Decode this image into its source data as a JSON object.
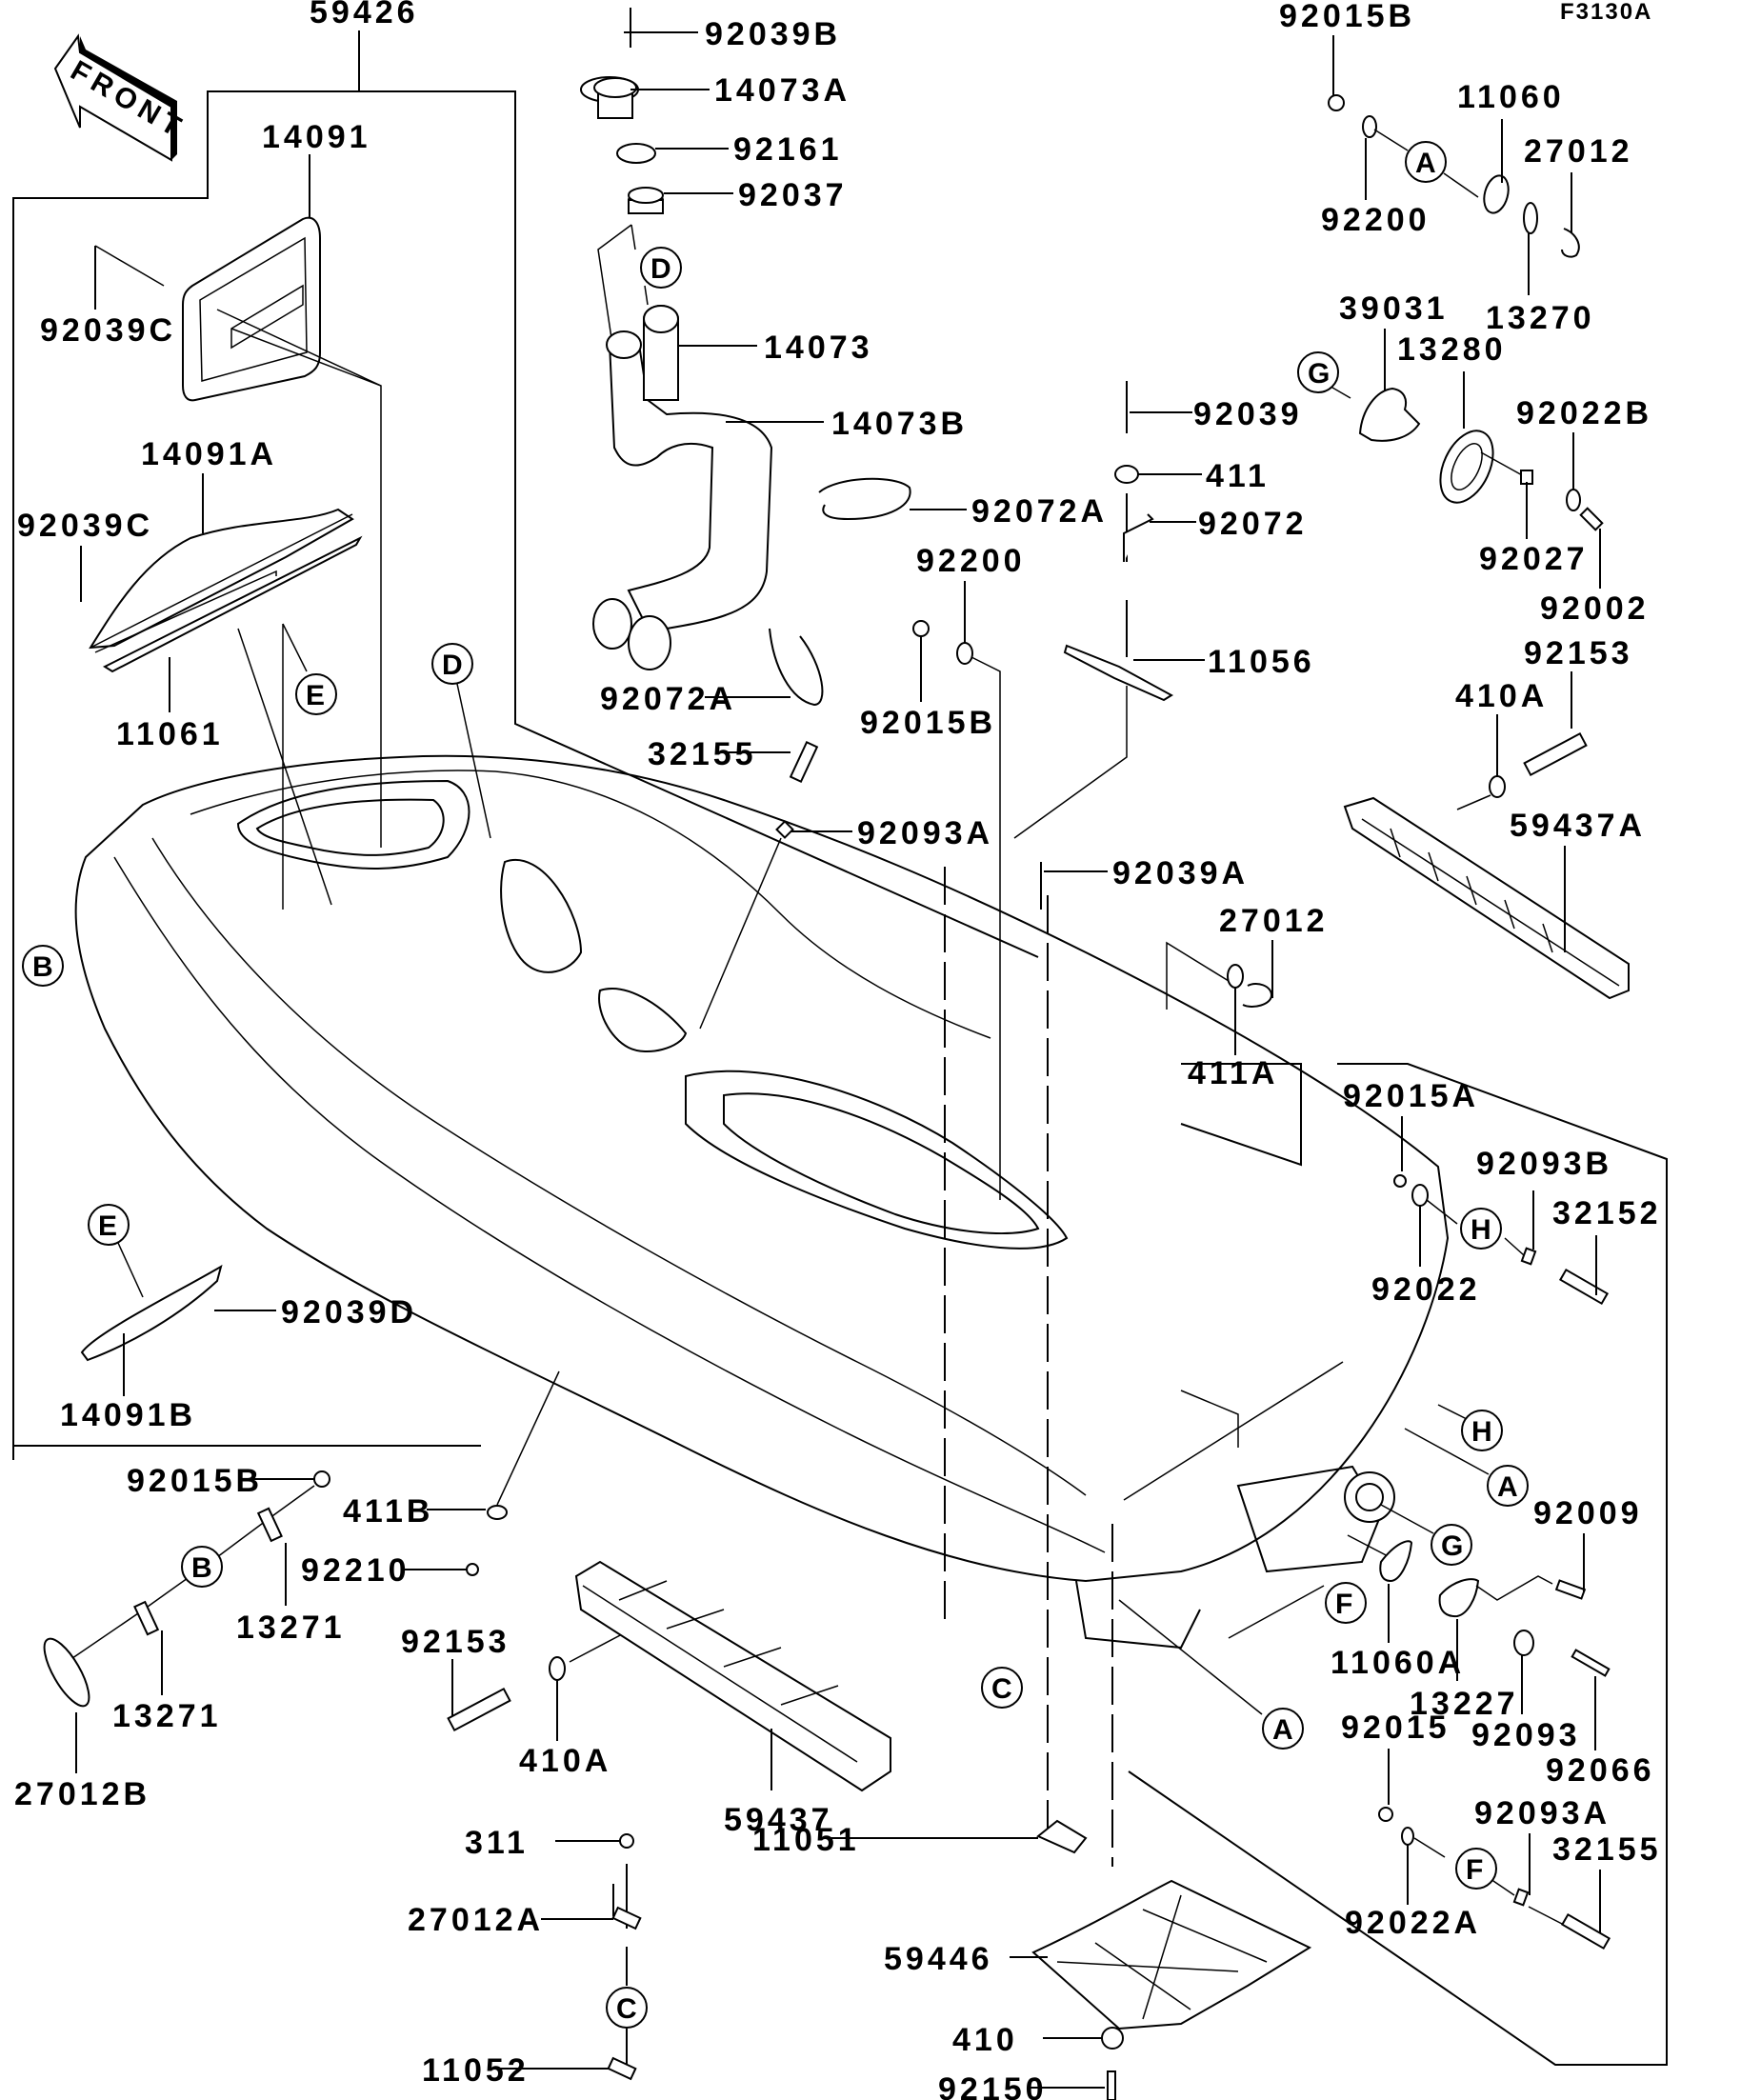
{
  "diagram_code": "F3130A",
  "front_arrow_label": "FRONT",
  "labels": [
    {
      "id": "59426",
      "text": "59426"
    },
    {
      "id": "14091",
      "text": "14091"
    },
    {
      "id": "92039C-top",
      "text": "92039C"
    },
    {
      "id": "14091A",
      "text": "14091A"
    },
    {
      "id": "92039C-mid",
      "text": "92039C"
    },
    {
      "id": "11061",
      "text": "11061"
    },
    {
      "id": "14091B",
      "text": "14091B"
    },
    {
      "id": "92039D",
      "text": "92039D"
    },
    {
      "id": "92015B-left",
      "text": "92015B"
    },
    {
      "id": "411B",
      "text": "411B"
    },
    {
      "id": "92210",
      "text": "92210"
    },
    {
      "id": "13271-a",
      "text": "13271"
    },
    {
      "id": "13271-b",
      "text": "13271"
    },
    {
      "id": "27012B",
      "text": "27012B"
    },
    {
      "id": "92153-left",
      "text": "92153"
    },
    {
      "id": "410A-left",
      "text": "410A"
    },
    {
      "id": "59437",
      "text": "59437"
    },
    {
      "id": "311",
      "text": "311"
    },
    {
      "id": "27012A",
      "text": "27012A"
    },
    {
      "id": "11052",
      "text": "11052"
    },
    {
      "id": "11051",
      "text": "11051"
    },
    {
      "id": "59446",
      "text": "59446"
    },
    {
      "id": "410",
      "text": "410"
    },
    {
      "id": "92150",
      "text": "92150"
    },
    {
      "id": "92039B",
      "text": "92039B"
    },
    {
      "id": "14073A",
      "text": "14073A"
    },
    {
      "id": "92161",
      "text": "92161"
    },
    {
      "id": "92037",
      "text": "92037"
    },
    {
      "id": "14073",
      "text": "14073"
    },
    {
      "id": "14073B",
      "text": "14073B"
    },
    {
      "id": "92072A-top",
      "text": "92072A"
    },
    {
      "id": "92072A-bot",
      "text": "92072A"
    },
    {
      "id": "92200-mid",
      "text": "92200"
    },
    {
      "id": "92015B-mid",
      "text": "92015B"
    },
    {
      "id": "32155-mid",
      "text": "32155"
    },
    {
      "id": "92093A-mid",
      "text": "92093A"
    },
    {
      "id": "92039",
      "text": "92039"
    },
    {
      "id": "411",
      "text": "411"
    },
    {
      "id": "92072",
      "text": "92072"
    },
    {
      "id": "11056",
      "text": "11056"
    },
    {
      "id": "92039A",
      "text": "92039A"
    },
    {
      "id": "27012-mid",
      "text": "27012"
    },
    {
      "id": "411A",
      "text": "411A"
    },
    {
      "id": "92015B-top",
      "text": "92015B"
    },
    {
      "id": "92200-top",
      "text": "92200"
    },
    {
      "id": "11060",
      "text": "11060"
    },
    {
      "id": "27012-top",
      "text": "27012"
    },
    {
      "id": "13270",
      "text": "13270"
    },
    {
      "id": "39031",
      "text": "39031"
    },
    {
      "id": "13280",
      "text": "13280"
    },
    {
      "id": "92022B",
      "text": "92022B"
    },
    {
      "id": "92027",
      "text": "92027"
    },
    {
      "id": "92002",
      "text": "92002"
    },
    {
      "id": "92153-right",
      "text": "92153"
    },
    {
      "id": "410A-right",
      "text": "410A"
    },
    {
      "id": "59437A",
      "text": "59437A"
    },
    {
      "id": "92015A",
      "text": "92015A"
    },
    {
      "id": "92093B",
      "text": "92093B"
    },
    {
      "id": "32152",
      "text": "32152"
    },
    {
      "id": "92022",
      "text": "92022"
    },
    {
      "id": "92009",
      "text": "92009"
    },
    {
      "id": "11060A",
      "text": "11060A"
    },
    {
      "id": "13227",
      "text": "13227"
    },
    {
      "id": "92093",
      "text": "92093"
    },
    {
      "id": "92066",
      "text": "92066"
    },
    {
      "id": "92015",
      "text": "92015"
    },
    {
      "id": "92093A-right",
      "text": "92093A"
    },
    {
      "id": "32155-right",
      "text": "32155"
    },
    {
      "id": "92022A",
      "text": "92022A"
    }
  ],
  "reference_markers": [
    "A",
    "A",
    "A",
    "A",
    "B",
    "B",
    "C",
    "C",
    "D",
    "D",
    "E",
    "E",
    "F",
    "F",
    "G",
    "G",
    "H",
    "H"
  ]
}
